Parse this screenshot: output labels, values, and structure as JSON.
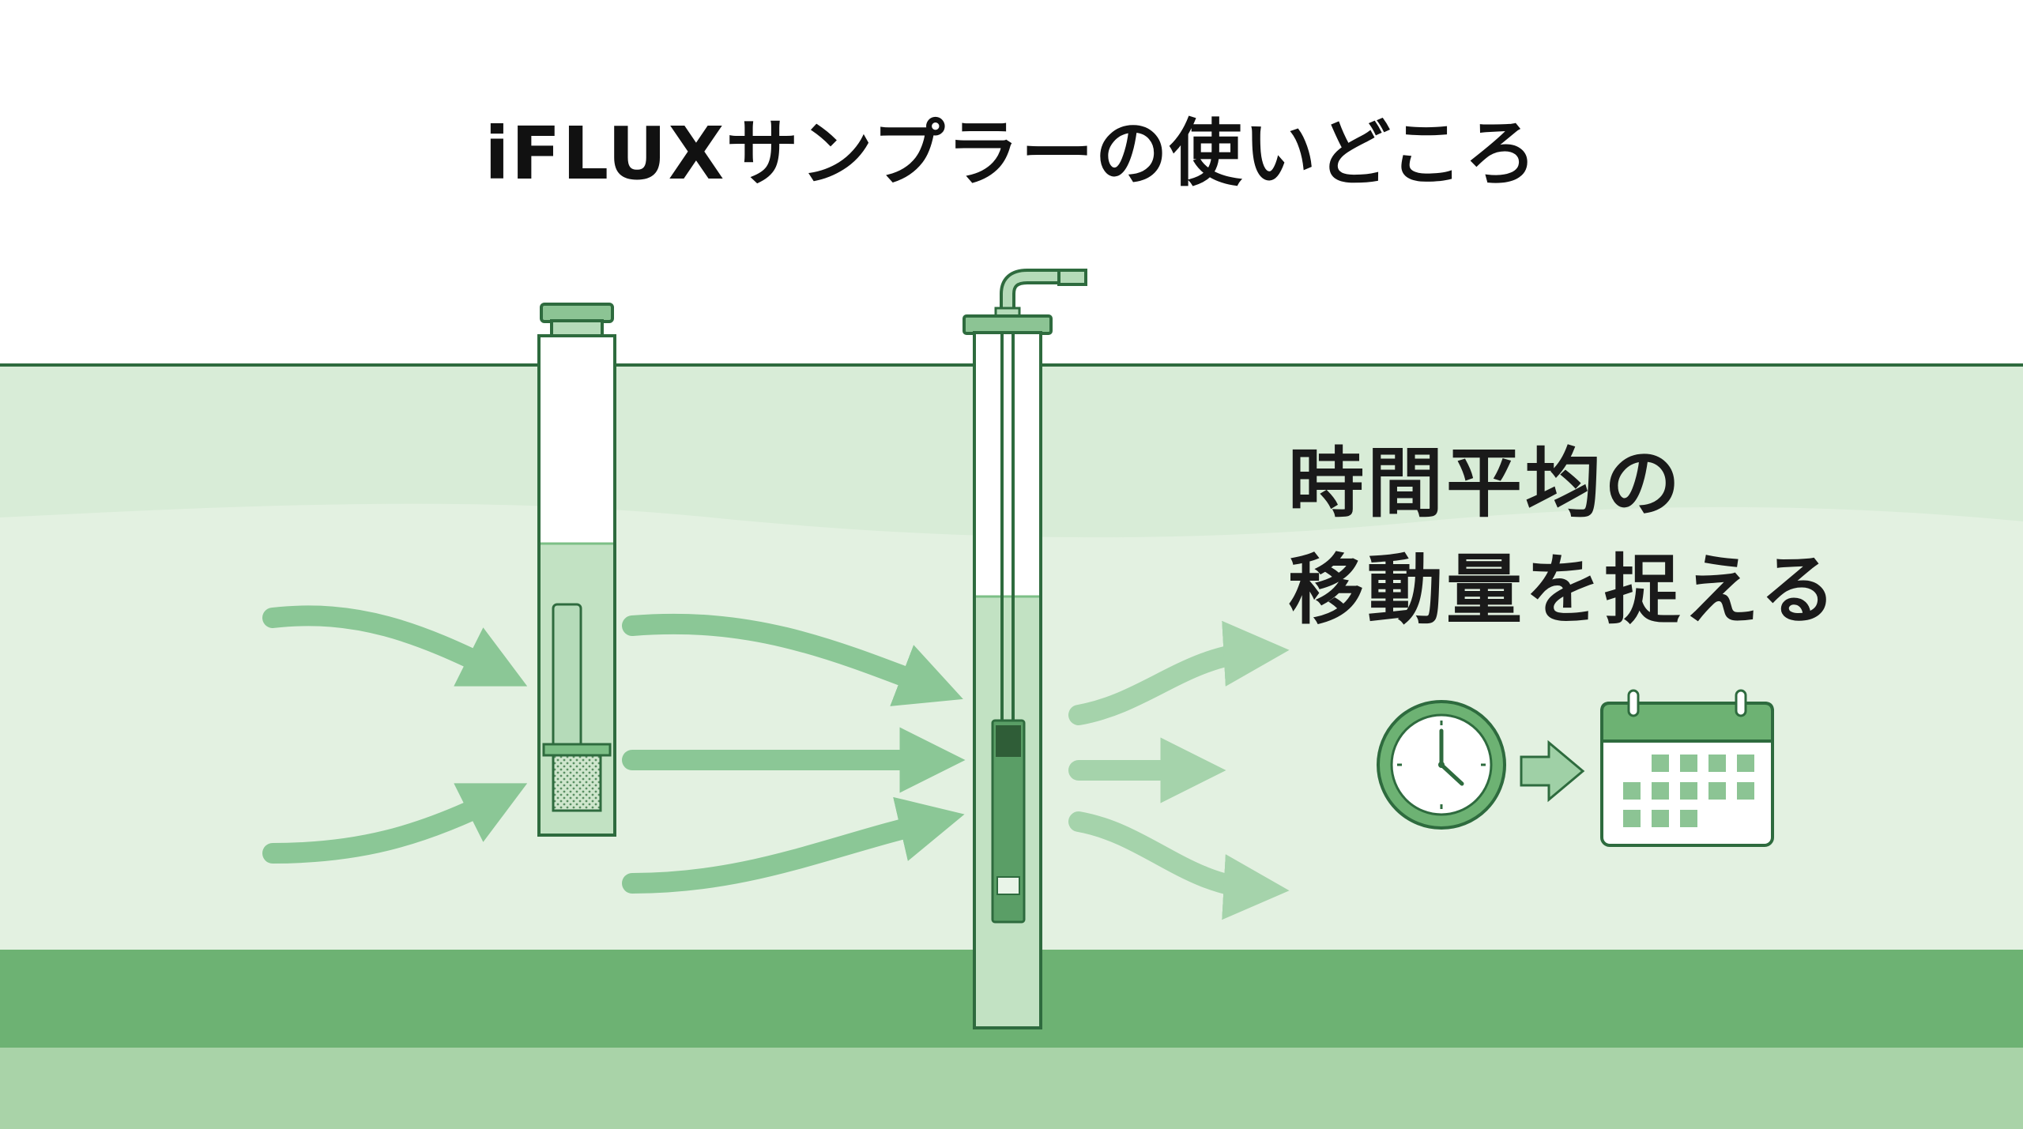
{
  "title": "iFLUXサンプラーの使いどころ",
  "caption": {
    "line1": "時間平均の",
    "line2": "移動量を捉える"
  },
  "colors": {
    "sky": "#ffffff",
    "ground_upper": "#d8ecd7",
    "ground_water": "#e3f1e1",
    "aquifer_band": "#6db273",
    "deep_ground": "#a9d3a8",
    "outline": "#2e6b3e",
    "accent_green": "#5fa86a",
    "arrow_green": "#7cc08a"
  },
  "icons": [
    "well-pipe-icon",
    "pump-well-icon",
    "flow-arrow-icon",
    "clock-icon",
    "calendar-icon"
  ]
}
